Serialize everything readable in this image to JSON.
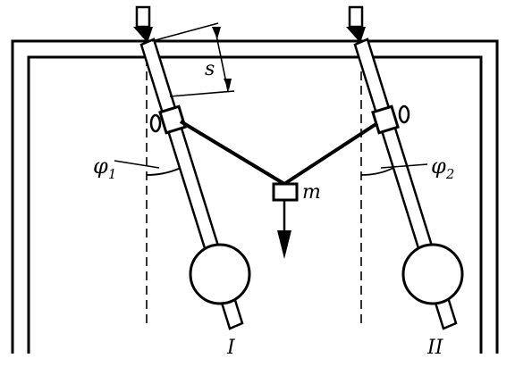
{
  "labels": {
    "s": "s",
    "phi1_sym": "φ",
    "phi1_sub": "1",
    "phi2_sym": "φ",
    "phi2_sub": "2",
    "mass": "m",
    "pendulum1": "I",
    "pendulum2": "II"
  },
  "colors": {
    "ink": "#000000",
    "paper": "#ffffff"
  }
}
